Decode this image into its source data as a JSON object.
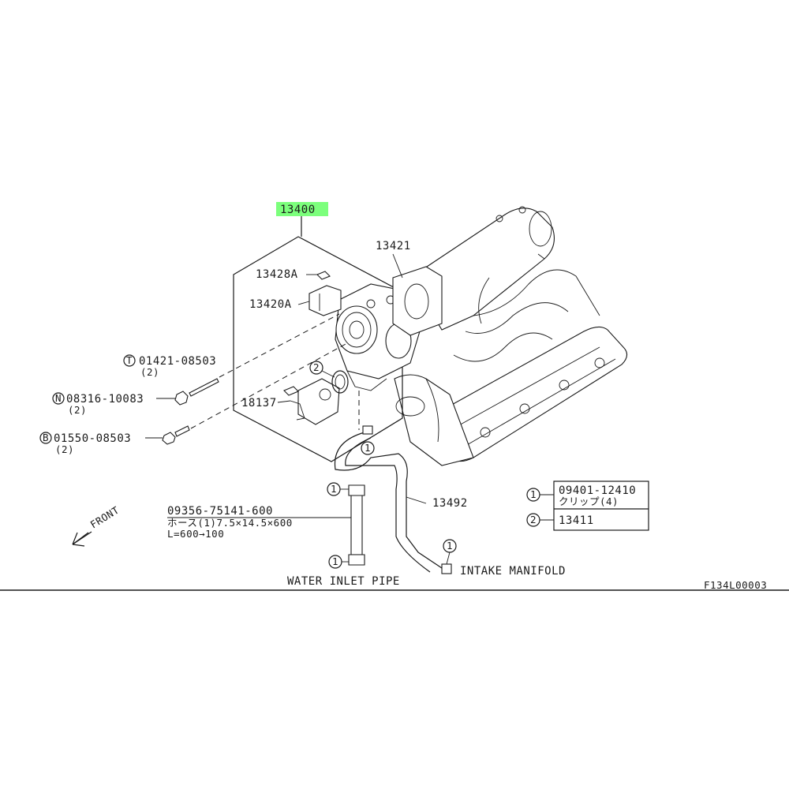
{
  "highlight_color": "#7cff7c",
  "assembly": {
    "part_no": "13400"
  },
  "callouts": {
    "p13421": "13421",
    "p13428a": "13428A",
    "p13420a": "13420A",
    "p18137": "18137",
    "p13492": "13492",
    "p01421": "01421-08503",
    "p01421_qty": "(2)",
    "p08316": "08316-10083",
    "p08316_qty": "(2)",
    "p01550": "01550-08503",
    "p01550_qty": "(2)",
    "hose_part": "09356-75141-600",
    "hose_desc": "ホース(1)7.5×14.5×600",
    "hose_len": "L=600→100"
  },
  "prefix_marks": {
    "t": "T",
    "n": "N",
    "b": "B"
  },
  "ref_marks": {
    "one": "1",
    "two": "2"
  },
  "legend": [
    {
      "ref": "1",
      "part": "09401-12410",
      "desc": "クリップ(4)"
    },
    {
      "ref": "2",
      "part": "13411",
      "desc": ""
    }
  ],
  "labels": {
    "front": "FRONT",
    "water_inlet": "WATER INLET PIPE",
    "intake_manifold": "INTAKE MANIFOLD",
    "figure_code": "F134L00003"
  }
}
